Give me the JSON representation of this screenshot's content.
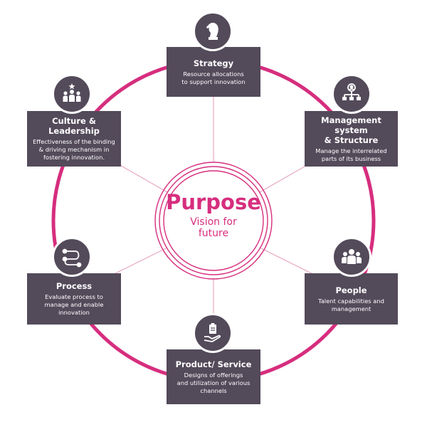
{
  "colors": {
    "accent": "#d62e7e",
    "box": "#534a5a",
    "line": "#e8a7c4"
  },
  "center": {
    "title": "Purpose",
    "subtitle_line1": "Vision for",
    "subtitle_line2": "future"
  },
  "nodes": [
    {
      "id": "strategy",
      "icon": "chess-knight-icon",
      "title_line1": "Strategy",
      "title_line2": "",
      "desc": [
        "Resource allocations",
        "to support innovation"
      ]
    },
    {
      "id": "management",
      "icon": "org-chart-icon",
      "title_line1": "Management system",
      "title_line2": "& Structure",
      "desc": [
        "Manage the interrelated",
        "parts of its business"
      ]
    },
    {
      "id": "people",
      "icon": "people-group-icon",
      "title_line1": "People",
      "title_line2": "",
      "desc": [
        "Talent capabilities and",
        "management"
      ]
    },
    {
      "id": "product",
      "icon": "hand-clipboard-icon",
      "title_line1": "Product/ Service",
      "title_line2": "",
      "desc": [
        "Designs of offerings",
        "and utilization of various",
        "channels"
      ]
    },
    {
      "id": "process",
      "icon": "process-flow-icon",
      "title_line1": "Process",
      "title_line2": "",
      "desc": [
        "Evaluate process to",
        "manage and enable",
        "innovation"
      ]
    },
    {
      "id": "culture",
      "icon": "leader-team-icon",
      "title_line1": "Culture & Leadership",
      "title_line2": "",
      "desc": [
        "Effectiveness of the binding",
        "& driving mechanism in",
        "fostering innovation."
      ]
    }
  ]
}
